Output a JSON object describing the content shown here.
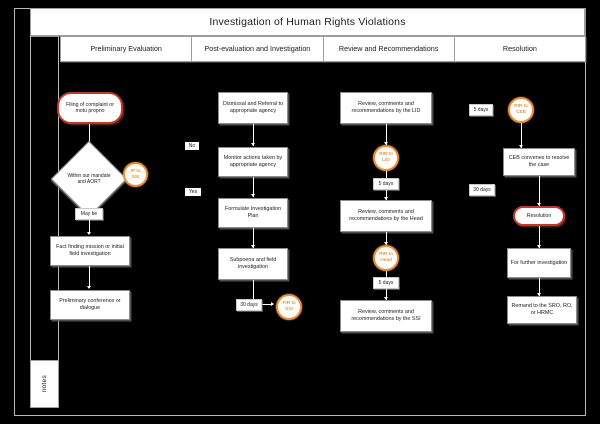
{
  "header": {
    "title": "Investigation of Human Rights Violations",
    "phases": [
      {
        "label": "Preliminary Evaluation"
      },
      {
        "label": "Post-evaluation and Investigation"
      },
      {
        "label": "Review and Recommendations"
      },
      {
        "label": "Resolution"
      }
    ]
  },
  "lanes": {
    "notes_label": "notes"
  },
  "nodes": {
    "filing": "Filing of complaint or motu proprio",
    "decision": "Within our mandate and AOR?",
    "ip_to_ssi": "IP to SSI",
    "maybe": "May be",
    "fact_finding": "Fact finding mission or initial field investigation",
    "prelim_conference": "Preliminary conference or dialogue",
    "dismissal": "Dismissal and Referral to appropriate agency",
    "monitor": "Monitor actions taken by appropriate agency",
    "formulate": "Formulate Investigation Plan",
    "subpoena": "Subpoena and field investigation",
    "thirty_days_c2": "30 days",
    "fir_to_ssi": "FIR to SSI",
    "review_lid": "Review, comments and recommendations by the LID",
    "rir_to_lid": "RIR to LID",
    "five_days_lid": "5 days",
    "review_head": "Review, comments and recommendations by the Head",
    "rir_to_head": "RIR to Head",
    "five_days_head": "5 days",
    "review_ssi": "Review, comments and recommendations by the SSI",
    "five_days_ceb": "5 days",
    "rir_to_ceb": "RIR to CEB",
    "ceb_convenes": "CEB convenes to resolve the case",
    "thirty_days_c4": "30 days",
    "resolution": "Resolution",
    "further_investigation": "For further investigation",
    "remand": "Remand to the SRO, RO, or HRMC"
  },
  "edge_labels": {
    "no": "No",
    "yes": "Yes"
  },
  "colors": {
    "background": "#000000",
    "node_fill": "#ffffff",
    "node_border": "#8c8c8c",
    "terminator_border": "#c0392b",
    "circle_border": "#e8903c",
    "circle_text": "#c6741f",
    "connector": "#ffffff",
    "frame_border": "#b9b9b9"
  }
}
